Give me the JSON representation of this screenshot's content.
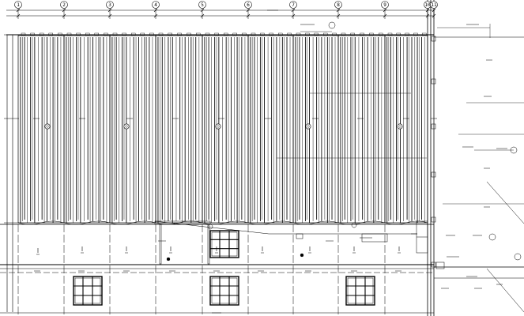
{
  "drawing": {
    "axis_labels": [
      "1",
      "2",
      "3",
      "4",
      "5",
      "6",
      "7",
      "8",
      "9",
      "10",
      "11"
    ],
    "colors": {
      "line": "#000000",
      "background": "#ffffff"
    }
  }
}
